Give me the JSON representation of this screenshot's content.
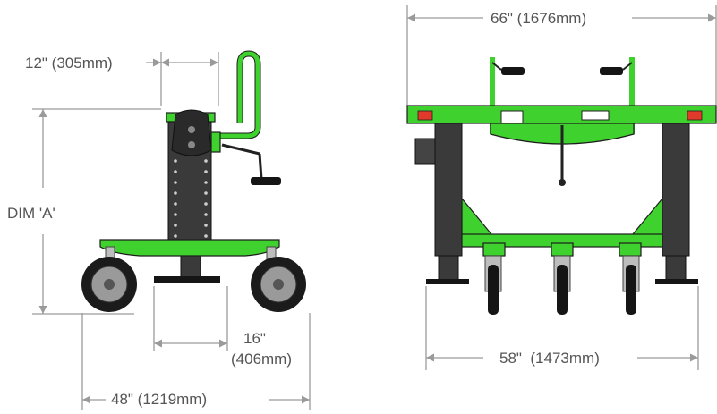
{
  "dimensions": {
    "top_offset": "12\" (305mm)",
    "height_a": "DIM 'A'",
    "caster_spacing_in": "16\"",
    "caster_spacing_mm": "(406mm)",
    "side_length": "48\" (1219mm)",
    "front_width_top": "66\" (1676mm)",
    "front_width_bottom": "58\"  (1473mm)"
  },
  "colors": {
    "frame": "#3fd12d",
    "dimension_lines": "#9a9a9a",
    "text": "#555555"
  }
}
